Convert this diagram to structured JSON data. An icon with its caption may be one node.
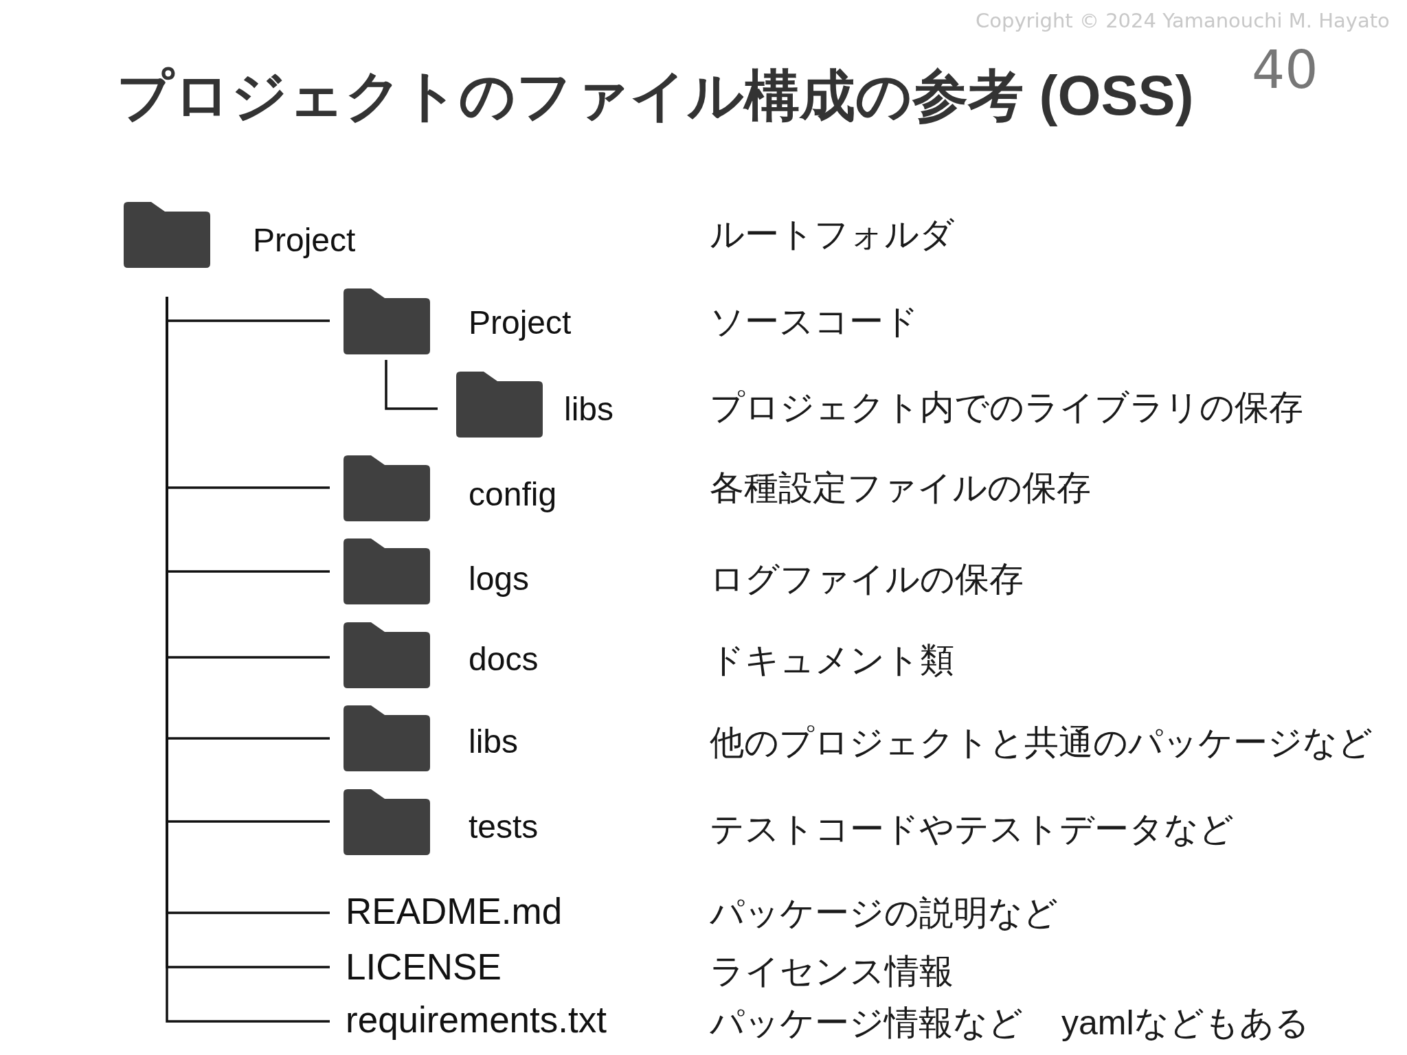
{
  "diagram": {
    "title": "プロジェクトのファイル構成の参考 (OSS)",
    "nodes": [
      {
        "text": [
          "Project"
        ]
      },
      {
        "text": [
          "Project"
        ]
      },
      {
        "text": [
          "libs"
        ]
      },
      {
        "text": [
          "config"
        ]
      },
      {
        "text": [
          "logs"
        ]
      },
      {
        "text": [
          "docs"
        ]
      },
      {
        "text": [
          "libs"
        ]
      },
      {
        "text": [
          "tests"
        ]
      },
      {
        "text": [
          "README.md"
        ]
      },
      {
        "text": [
          "LICENSE"
        ]
      },
      {
        "text": [
          "requirements.txt"
        ]
      }
    ],
    "edges": [
      {
        "from": 0,
        "to": 1,
        "arrow": "none"
      },
      {
        "from": 1,
        "to": 2,
        "arrow": "none"
      },
      {
        "from": 0,
        "to": 3,
        "arrow": "none"
      },
      {
        "from": 0,
        "to": 4,
        "arrow": "none"
      },
      {
        "from": 0,
        "to": 5,
        "arrow": "none"
      },
      {
        "from": 0,
        "to": 6,
        "arrow": "none"
      },
      {
        "from": 0,
        "to": 7,
        "arrow": "none"
      },
      {
        "from": 0,
        "to": 8,
        "arrow": "none"
      },
      {
        "from": 0,
        "to": 9,
        "arrow": "none"
      },
      {
        "from": 0,
        "to": 10,
        "arrow": "none"
      }
    ],
    "labels": [
      "Copyright © 2024 Yamanouchi M. Hayato",
      "40",
      "ルートフォルダ",
      "ソースコード",
      "プロジェクト内でのライブラリの保存",
      "各種設定ファイルの保存",
      "ログファイルの保存",
      "ドキュメント類",
      "他のプロジェクトと共通のパッケージなど",
      "テストコードやテストデータなど",
      "パッケージの説明など",
      "ライセンス情報",
      "パッケージ情報など",
      "yamlなどもある"
    ]
  }
}
